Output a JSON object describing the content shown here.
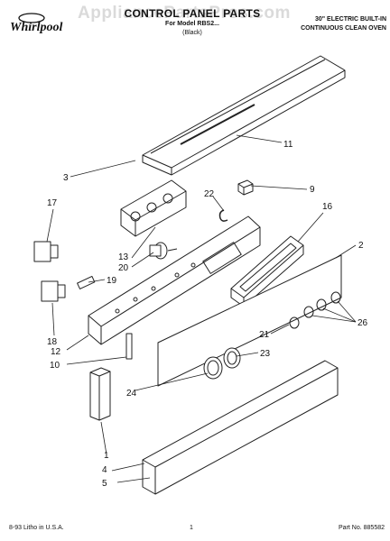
{
  "header": {
    "brand": "Whirlpool",
    "brand_sup": "",
    "title": "CONTROL PANEL PARTS",
    "for_model": "For Model RBS2...",
    "color": "(Black)",
    "product_line1": "30\" ELECTRIC BUILT-IN",
    "product_line2": "CONTINUOUS CLEAN OVEN"
  },
  "watermark": "AppliancePartsPros.com",
  "callouts": {
    "c1": "1",
    "c2": "2",
    "c3": "3",
    "c4": "4",
    "c5": "5",
    "c9": "9",
    "c10": "10",
    "c11": "11",
    "c12": "12",
    "c13": "13",
    "c16": "16",
    "c17": "17",
    "c18": "18",
    "c19": "19",
    "c20": "20",
    "c21": "21",
    "c22": "22",
    "c23": "23",
    "c24": "24",
    "c26": "26"
  },
  "footer": {
    "litho": "8-93 Litho in U.S.A.",
    "page": "1",
    "part_no": "Part No. 885582"
  }
}
